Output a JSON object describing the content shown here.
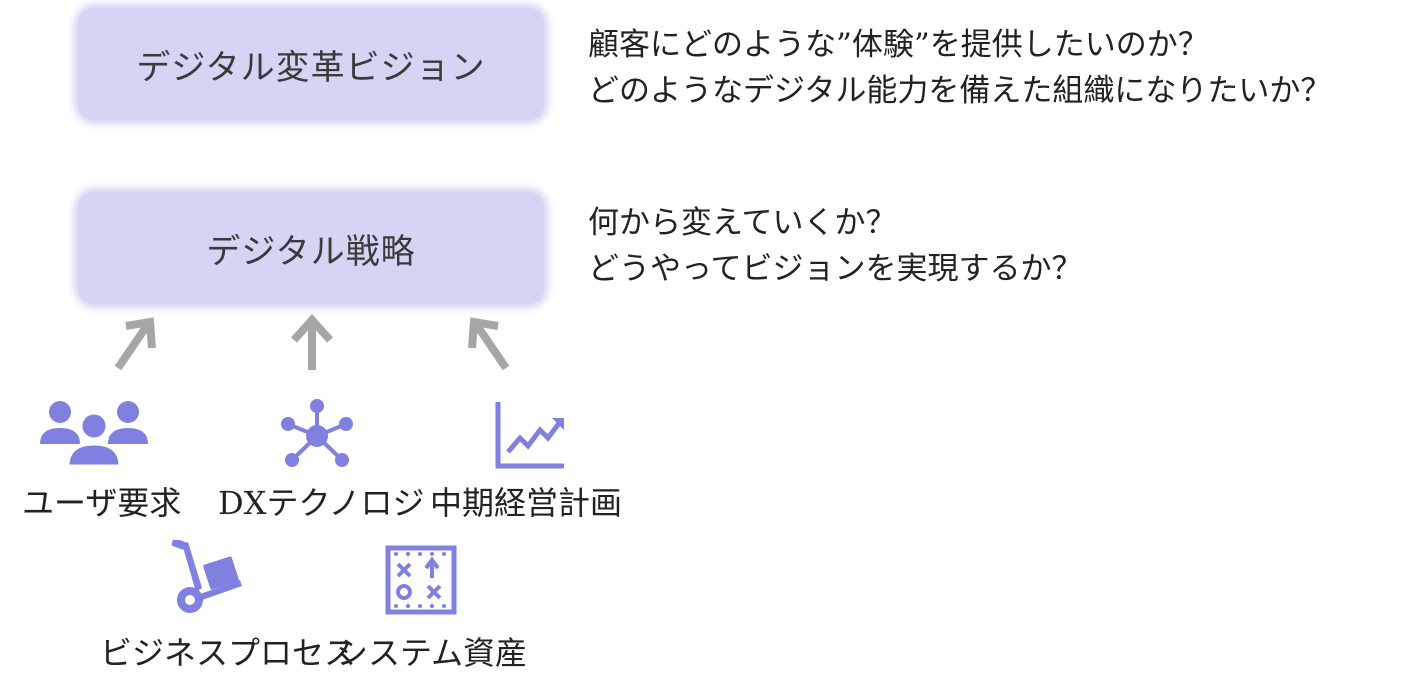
{
  "diagram": {
    "accent_color": "#d4d4f5",
    "icon_color": "#8080e0",
    "arrow_color": "#a6a6a6",
    "vision": {
      "box_label": "デジタル変革ビジョン",
      "questions": [
        "顧客にどのような”体験”を提供したいのか？",
        "どのようなデジタル能力を備えた組織になりたいか？"
      ]
    },
    "strategy": {
      "box_label": "デジタル戦略",
      "questions": [
        "何から変えていくか？",
        "どうやってビジョンを実現するか？"
      ]
    },
    "inputs": [
      {
        "label": "ユーザ要求",
        "icon": "users-group-icon"
      },
      {
        "label": "DXテクノロジ",
        "icon": "network-hub-icon"
      },
      {
        "label": "中期経営計画",
        "icon": "trend-chart-icon"
      },
      {
        "label": "ビジネスプロセス",
        "icon": "hand-truck-icon"
      },
      {
        "label": "システム資産",
        "icon": "strategy-board-icon"
      }
    ]
  }
}
